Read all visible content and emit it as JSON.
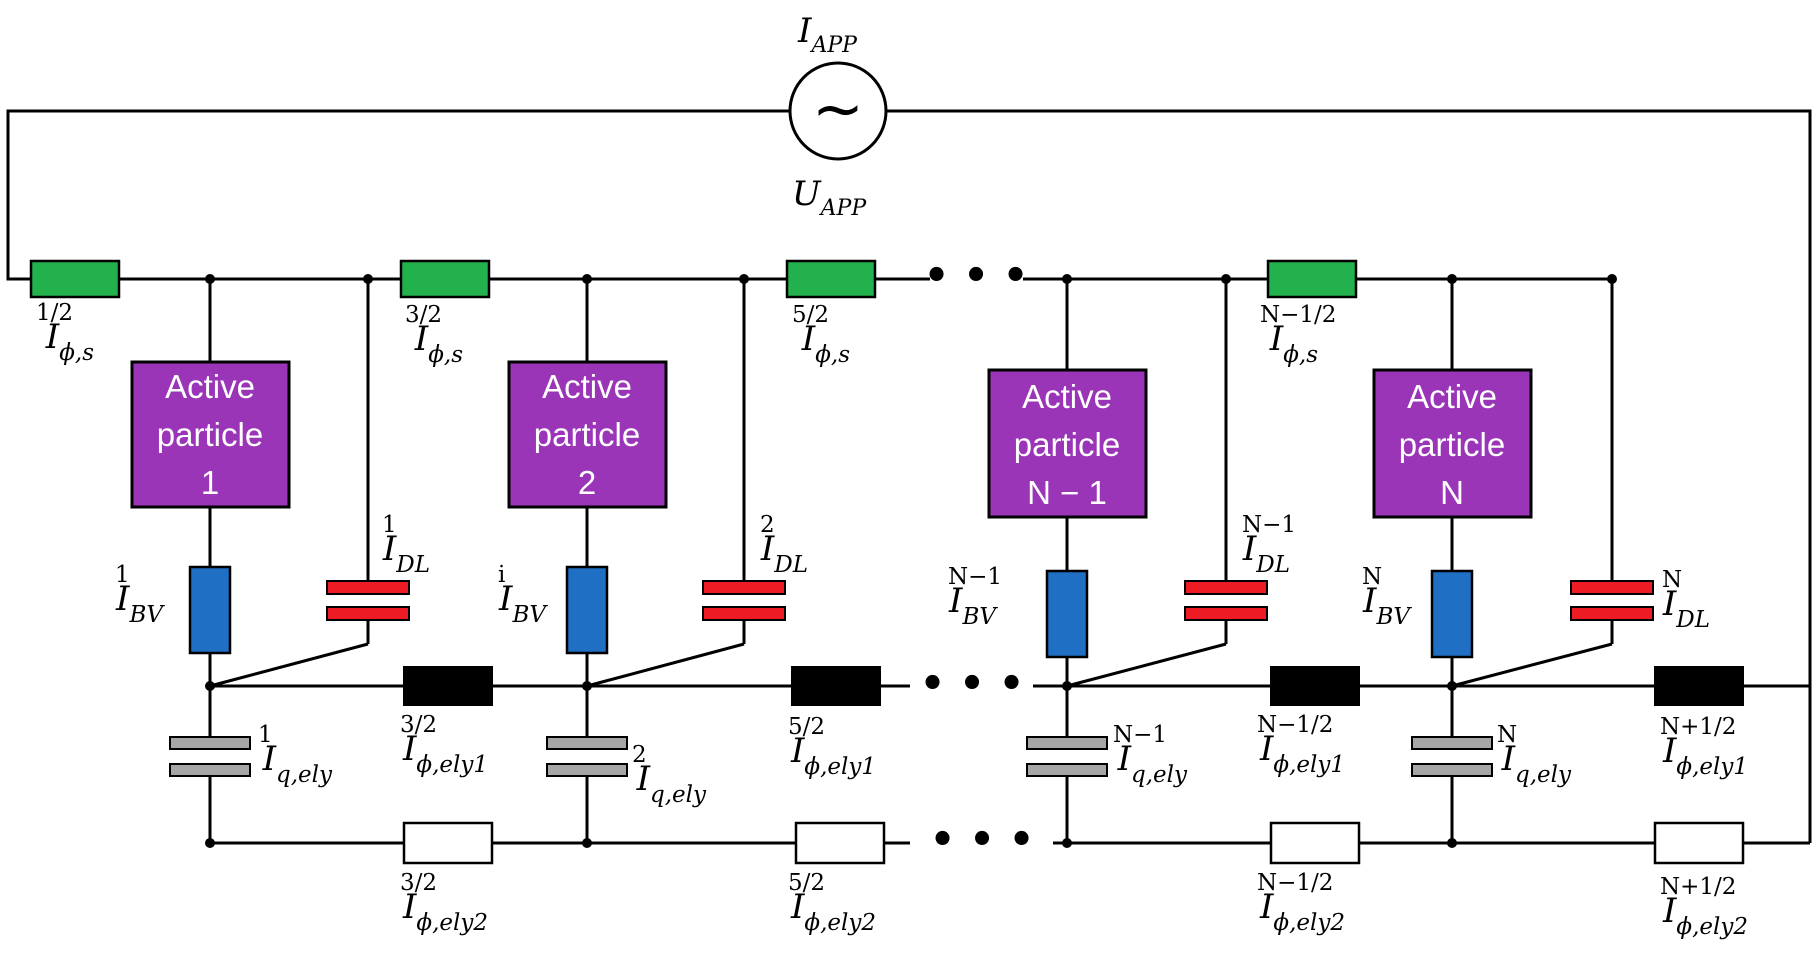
{
  "colors": {
    "wire": "#000000",
    "solid_resistor": "#22b14c",
    "particle": "#9b35b8",
    "bv_resistor": "#1f6fc4",
    "dl_capacitor": "#ed1c24",
    "ely_capacitor": "#a6a6a6",
    "ely1_resistor": "#000000",
    "ely2_resistor": "#ffffff"
  },
  "source": {
    "current": {
      "sym": "I",
      "sub": "APP"
    },
    "voltage": {
      "sym": "U",
      "sub": "APP"
    },
    "glyph": "∼"
  },
  "ellipsis": "• • •",
  "particles": [
    {
      "line1": "Active",
      "line2": "particle",
      "line3": "1"
    },
    {
      "line1": "Active",
      "line2": "particle",
      "line3": "2"
    },
    {
      "line1": "Active",
      "line2": "particle",
      "line3": "N − 1"
    },
    {
      "line1": "Active",
      "line2": "particle",
      "line3": "N"
    }
  ],
  "solid_labels": [
    {
      "sym": "I",
      "sub": "ϕ,s",
      "sup": "1/2"
    },
    {
      "sym": "I",
      "sub": "ϕ,s",
      "sup": "3/2"
    },
    {
      "sym": "I",
      "sub": "ϕ,s",
      "sup": "5/2"
    },
    {
      "sym": "I",
      "sub": "ϕ,s",
      "sup": "N−1/2"
    }
  ],
  "bv_labels": [
    {
      "sym": "I",
      "sub": "BV",
      "sup": "1"
    },
    {
      "sym": "I",
      "sub": "BV",
      "sup": "i"
    },
    {
      "sym": "I",
      "sub": "BV",
      "sup": "N−1"
    },
    {
      "sym": "I",
      "sub": "BV",
      "sup": "N"
    }
  ],
  "dl_labels": [
    {
      "sym": "I",
      "sub": "DL",
      "sup": "1"
    },
    {
      "sym": "I",
      "sub": "DL",
      "sup": "2"
    },
    {
      "sym": "I",
      "sub": "DL",
      "sup": "N−1"
    },
    {
      "sym": "I",
      "sub": "DL",
      "sup": "N"
    }
  ],
  "q_labels": [
    {
      "sym": "I",
      "sub": "q,ely",
      "sup": "1"
    },
    {
      "sym": "I",
      "sub": "q,ely",
      "sup": "2"
    },
    {
      "sym": "I",
      "sub": "q,ely",
      "sup": "N−1"
    },
    {
      "sym": "I",
      "sub": "q,ely",
      "sup": "N"
    }
  ],
  "ely1_labels": [
    {
      "sym": "I",
      "sub": "ϕ,ely1",
      "sup": "3/2"
    },
    {
      "sym": "I",
      "sub": "ϕ,ely1",
      "sup": "5/2"
    },
    {
      "sym": "I",
      "sub": "ϕ,ely1",
      "sup": "N−1/2"
    },
    {
      "sym": "I",
      "sub": "ϕ,ely1",
      "sup": "N+1/2"
    }
  ],
  "ely2_labels": [
    {
      "sym": "I",
      "sub": "ϕ,ely2",
      "sup": "3/2"
    },
    {
      "sym": "I",
      "sub": "ϕ,ely2",
      "sup": "5/2"
    },
    {
      "sym": "I",
      "sub": "ϕ,ely2",
      "sup": "N−1/2"
    },
    {
      "sym": "I",
      "sub": "ϕ,ely2",
      "sup": "N+1/2"
    }
  ]
}
